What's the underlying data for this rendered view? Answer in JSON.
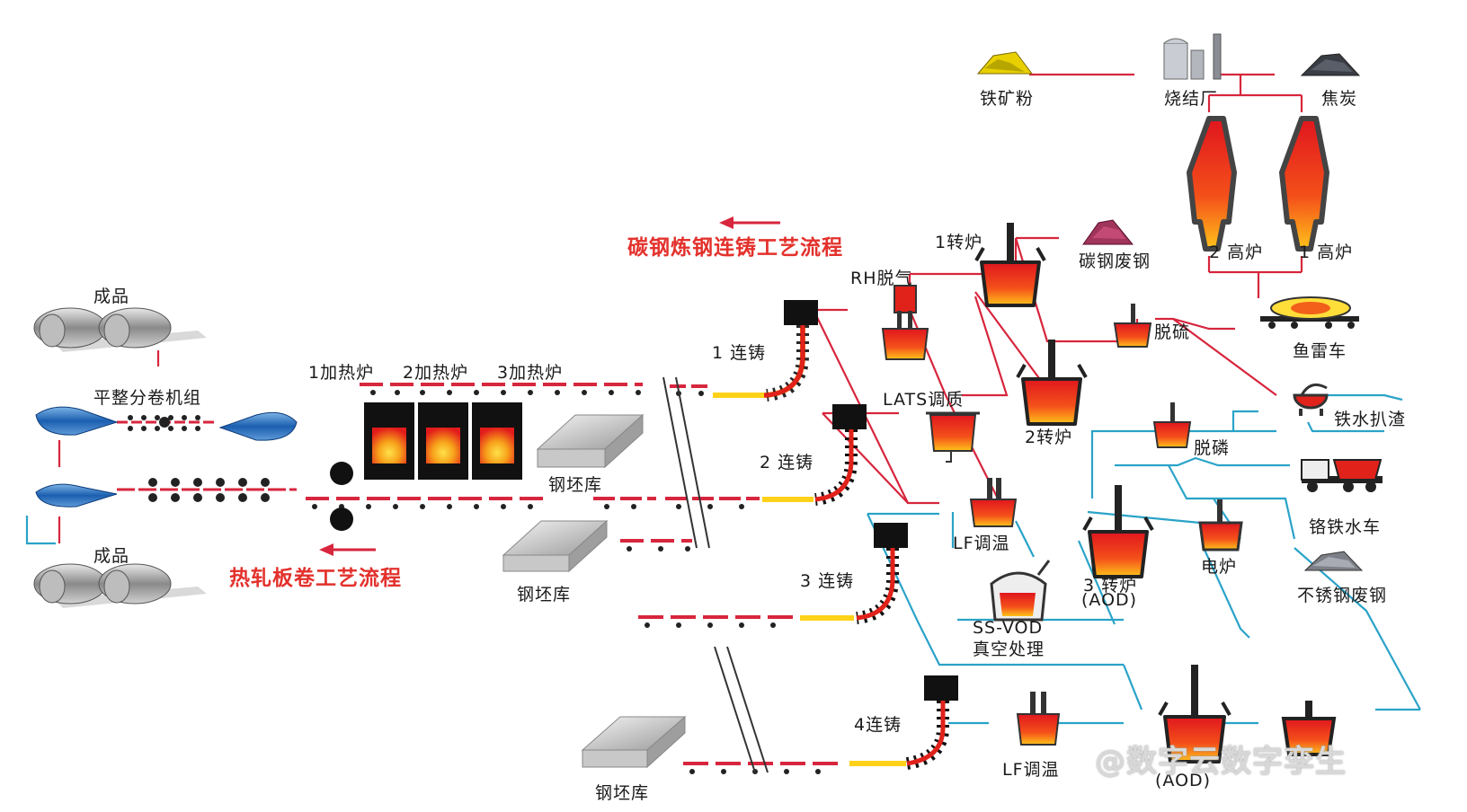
{
  "titles": {
    "carbon_steel": "碳钢炼钢连铸工艺流程",
    "hot_rolling": "热轧板卷工艺流程"
  },
  "labels": {
    "iron_ore": "铁矿粉",
    "sinter_plant": "烧结厂",
    "coke": "焦炭",
    "bf2": "2 高炉",
    "bf1": "1 高炉",
    "torpedo_car": "鱼雷车",
    "hot_metal_skim": "铁水扒渣",
    "chrome_iron_truck": "铬铁水车",
    "stainless_scrap": "不锈钢废钢",
    "carbon_scrap": "碳钢废钢",
    "converter1": "1转炉",
    "converter2": "2转炉",
    "converter3": "3 转炉",
    "aod": "(AOD)",
    "aod_bottom": "(AOD)",
    "desulfur": "脱硫",
    "dephos": "脱磷",
    "eaf": "电炉",
    "rh": "RH脱气",
    "lats": "LATS调质",
    "lf": "LF调温",
    "lf_bottom": "LF调温",
    "ssvod": "SS-VOD",
    "vacuum": "真空处理",
    "caster1": "1 连铸",
    "caster2": "2 连铸",
    "caster3": "3 连铸",
    "caster4": "4连铸",
    "slab_yard1": "钢坯库",
    "slab_yard2": "钢坯库",
    "slab_yard3": "钢坯库",
    "reheat1": "1加热炉",
    "reheat2": "2加热炉",
    "reheat3": "3加热炉",
    "slitting_line": "平整分卷机组",
    "product_top": "成品",
    "product_bottom": "成品"
  },
  "watermark": "@数字云数字孪生",
  "colors": {
    "red_line": "#d7263d",
    "blue_line": "#2aa3c8",
    "title_red": "#e3312c",
    "molten": "#f25a1a"
  }
}
